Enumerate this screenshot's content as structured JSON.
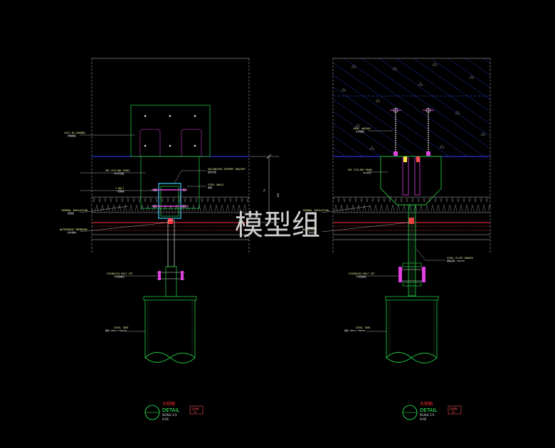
{
  "watermark": "模型组",
  "colors": {
    "background": "#000000",
    "outline_white": "#d8d8d8",
    "steel_green": "#20c040",
    "slab_blue": "#3040ff",
    "waterproof_red": "#ff3040",
    "bracket_cyan": "#40d0ff",
    "bolt_magenta": "#e040e0",
    "label_yellow": "#f0f0a0"
  },
  "details": [
    {
      "title_top": "大样图",
      "title_main": "DETAIL",
      "scale": "SCALE 1:5",
      "sheet": "A-01",
      "tag": "见剖面",
      "tag_ref": "A1",
      "labels": [
        {
          "line1": "CAST-IN CHANNEL",
          "line2": "预埋槽道"
        },
        {
          "line1": "GRC CEILING PANEL",
          "line2": "GRC吊顶板"
        },
        {
          "line1": "T-BOLT",
          "line2": "T型螺栓"
        },
        {
          "line1": "THERMAL INSULATION",
          "line2": "保温层"
        },
        {
          "line1": "WATERPROOF MEMBRANE",
          "line2": "防水卷材"
        },
        {
          "line1": "STAINLESS BOLT SET",
          "line2": "不锈钢螺栓"
        },
        {
          "line1": "STEEL TUBE",
          "line2": "钢管 D89x4 FINISH"
        },
        {
          "line1": "GALVANIZED SUPPORT BRACKET",
          "line2": "镀锌支座"
        },
        {
          "line1": "STEEL ANGLE",
          "line2": "角钢"
        }
      ],
      "dims": [
        "75",
        "150"
      ]
    },
    {
      "title_top": "大样图",
      "title_main": "DETAIL",
      "scale": "SCALE 1:5",
      "sheet": "A-02",
      "tag": "见剖面",
      "tag_ref": "A2",
      "labels": [
        {
          "line1": "CHEM. ANCHOR",
          "line2": "化学锚栓"
        },
        {
          "line1": "GRC CEILING PANEL",
          "line2": "GRC吊顶"
        },
        {
          "line1": "THERMAL INSULATION",
          "line2": "保温层"
        },
        {
          "line1": "WATERPROOF",
          "line2": "防水层"
        },
        {
          "line1": "STAINLESS BOLT SET",
          "line2": "不锈钢螺栓"
        },
        {
          "line1": "STEEL TUBE",
          "line2": "钢管 D89x4 FINISH"
        },
        {
          "line1": "STEEL PLATE HANGER",
          "line2": "钢板吊件 FINISH"
        }
      ]
    }
  ]
}
